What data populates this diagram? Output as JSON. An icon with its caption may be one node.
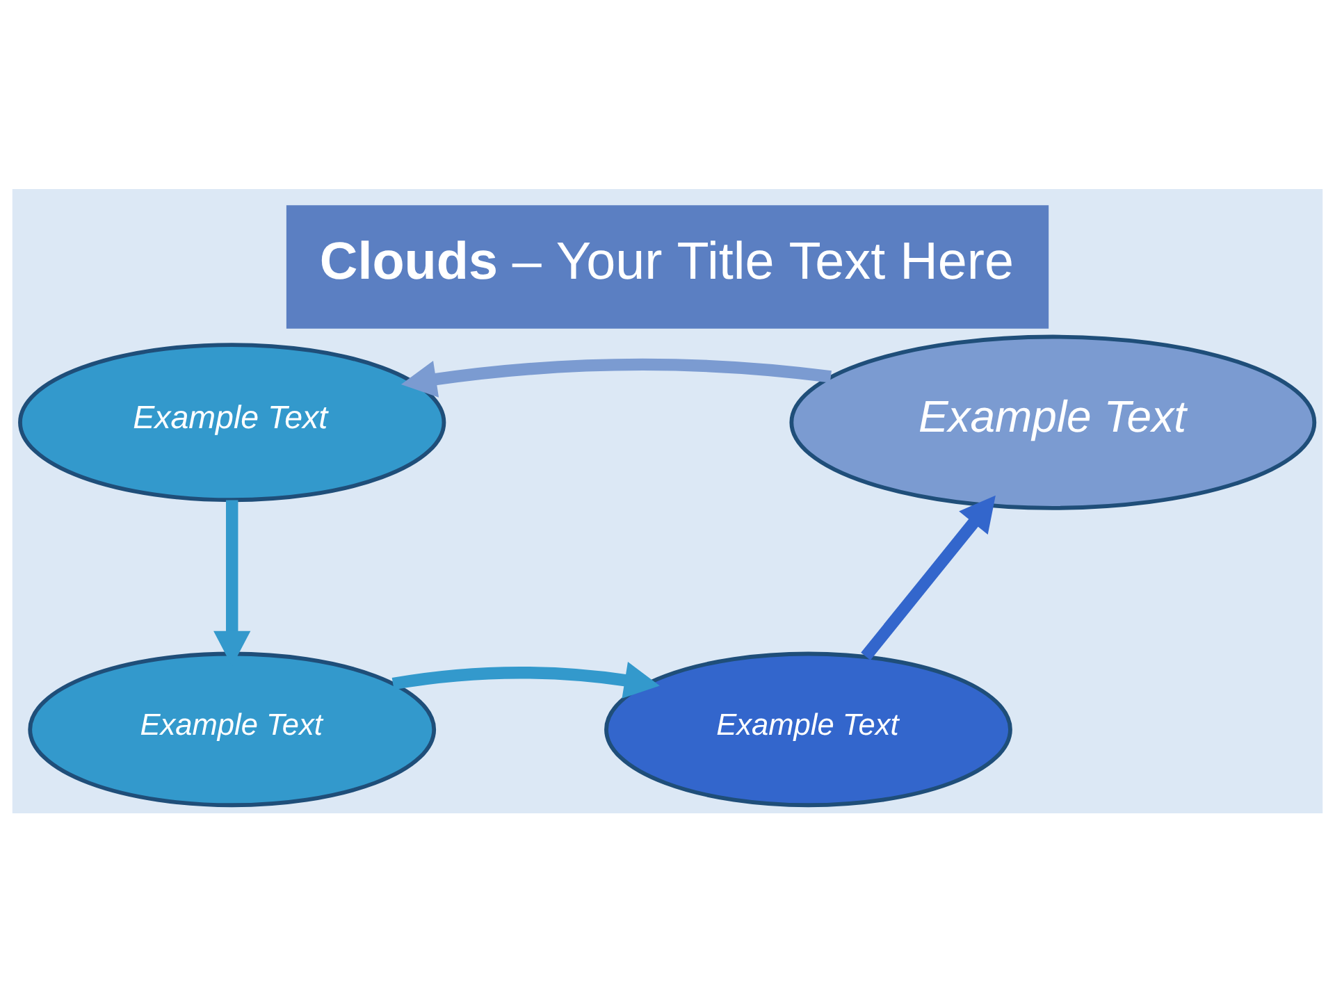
{
  "diagram": {
    "title": "**Clouds** – Your Title Text Here",
    "nodes": [
      {
        "text": [
          "Example Text"
        ]
      },
      {
        "text": [
          "Example Text"
        ]
      },
      {
        "text": [
          "Example Text"
        ]
      },
      {
        "text": [
          "Example Text"
        ]
      }
    ],
    "edges": [
      {
        "from": 1,
        "to": 0,
        "arrow": "to",
        "color": "#7b9bd1"
      },
      {
        "from": 0,
        "to": 2,
        "arrow": "to"
      },
      {
        "from": 2,
        "to": 3,
        "arrow": "to"
      },
      {
        "from": 3,
        "to": 1,
        "arrow": "to",
        "color": "#3366cc"
      }
    ]
  }
}
